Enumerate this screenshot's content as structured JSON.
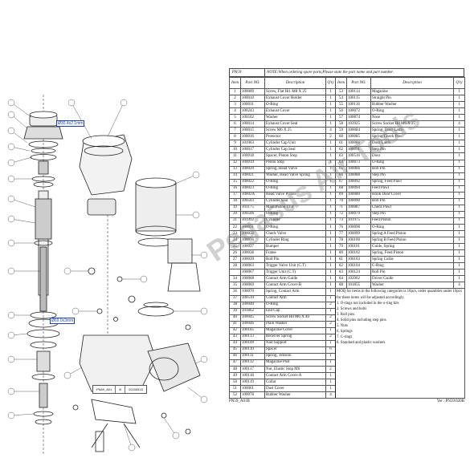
{
  "header": {
    "model": "PN59",
    "note": "NOTE:When ordering spare parts,Please state the part name and part number."
  },
  "columns": [
    "Item",
    "Part NO.",
    "Description",
    "Q'ty",
    "Item",
    "Part NO.",
    "Description",
    "Q'ty"
  ],
  "parts_left": [
    [
      "1",
      "100009",
      "Screw, Flat Hd. M8 X 25",
      "1"
    ],
    [
      "2",
      "100010",
      "Exhaust Cover Holder",
      "1"
    ],
    [
      "3",
      "100011",
      "O-Ring",
      "1"
    ],
    [
      "4",
      "100243",
      "Exhaust Cover",
      "1"
    ],
    [
      "5",
      "100502",
      "Washer",
      "1"
    ],
    [
      "6",
      "100014",
      "Exhaust Cover Seal",
      "1"
    ],
    [
      "7",
      "100015",
      "Screw M6 X 25",
      "4"
    ],
    [
      "8",
      "100016",
      "Protector",
      "2"
    ],
    [
      "9",
      "101963",
      "Cylinder Cap Unit",
      "1"
    ],
    [
      "10",
      "100017",
      "Cylinder Cap Seal",
      "1"
    ],
    [
      "11",
      "100018",
      "Spacer, Piston Stop",
      "1"
    ],
    [
      "12",
      "100019",
      "Piston Stop",
      "1"
    ],
    [
      "13",
      "100020",
      "Spring, Head Valve",
      "1"
    ],
    [
      "14",
      "100021",
      "Washer, Head Valve Spring",
      "1"
    ],
    [
      "15",
      "100022",
      "O-Ring",
      "1"
    ],
    [
      "16",
      "100023",
      "O-Ring",
      "1"
    ],
    [
      "17",
      "10002A",
      "Head Valve Piston",
      "1"
    ],
    [
      "18",
      "100503",
      "Cylinder Seal",
      "1"
    ],
    [
      "19",
      "101175",
      "Main Piston Unit",
      "1"
    ],
    [
      "20",
      "100506",
      "O-Ring",
      "1"
    ],
    [
      "21",
      "101992",
      "Cylinder",
      "1"
    ],
    [
      "22",
      "100031",
      "O-Ring",
      "1"
    ],
    [
      "23",
      "100032",
      "Check Valve",
      "1"
    ],
    [
      "24",
      "100036",
      "Cylinder Ring",
      "1"
    ],
    [
      "25",
      "100037",
      "Bumper",
      "1"
    ],
    [
      "26",
      "100038",
      "Frame",
      "1"
    ],
    [
      "27",
      "100039",
      "Roll Pin",
      "1"
    ],
    [
      "28",
      "100063",
      "Trigger Valve Unit (C.T)",
      "1"
    ],
    [
      "",
      "100067",
      "Trigger Unit (C.T)",
      "1"
    ],
    [
      "34",
      "100068",
      "Contact Arm Guide",
      "1"
    ],
    [
      "35",
      "100069",
      "Contact Arm Cover-B",
      "1"
    ],
    [
      "36",
      "100070",
      "Spring, Contact Arm",
      "1"
    ],
    [
      "37",
      "100510",
      "Contact Arm",
      "1"
    ],
    [
      "38",
      "100040",
      "O-Ring",
      "2"
    ],
    [
      "39",
      "101862",
      "End Cap",
      "1"
    ],
    [
      "40",
      "100045",
      "Screw Socket Hd M6 X 40",
      "2"
    ],
    [
      "41",
      "100046",
      "Plain Washer",
      "2"
    ],
    [
      "42",
      "100105",
      "Magazine Cover",
      "1"
    ],
    [
      "43",
      "100113",
      "Receiver Spring",
      "2"
    ],
    [
      "44",
      "100109",
      "Nail Support",
      "1"
    ],
    [
      "45",
      "100110",
      "Spacer",
      "6"
    ],
    [
      "46",
      "100111",
      "Spring, Tension",
      "1"
    ],
    [
      "47",
      "100112",
      "Magazine Post",
      "1"
    ],
    [
      "48",
      "100117",
      "Nut, Elastic Stop M6",
      "2"
    ],
    [
      "49",
      "100118",
      "Contact Arm Cover-A",
      "1"
    ],
    [
      "50",
      "100119",
      "Collar",
      "1"
    ],
    [
      "51",
      "100061",
      "Dust Cover",
      "1"
    ],
    [
      "52",
      "100078",
      "Rubber Washer",
      "4"
    ]
  ],
  "parts_right": [
    [
      "53",
      "100114",
      "Magazine",
      "1"
    ],
    [
      "54",
      "100115",
      "Straight Pin",
      "1"
    ],
    [
      "55",
      "100116",
      "Rubber Washer",
      "1"
    ],
    [
      "56",
      "100072",
      "O-Ring",
      "1"
    ],
    [
      "57",
      "100874",
      "Nose",
      "1"
    ],
    [
      "58",
      "103925",
      "Screw Socket Hd M6 X 25",
      "4"
    ],
    [
      "59",
      "100084",
      "Spring, Door Latch",
      "1"
    ],
    [
      "60",
      "100085",
      "Spring/Check Pawl",
      "1"
    ],
    [
      "61",
      "100086",
      "Door Latch",
      "1"
    ],
    [
      "62",
      "100091",
      "Step Pin",
      "1"
    ],
    [
      "63",
      "100516",
      "Door",
      "1"
    ],
    [
      "64",
      "100073",
      "O-Ring",
      "1"
    ],
    [
      "65",
      "100066",
      "Roll Pin",
      "1"
    ],
    [
      "66",
      "100088",
      "Step Pin",
      "1"
    ],
    [
      "67",
      "100092",
      "Spring, Feed Pawl",
      "1"
    ],
    [
      "68",
      "100094",
      "Feed Pawl",
      "1"
    ],
    [
      "69",
      "100080",
      "Hook Door Cover",
      "1"
    ],
    [
      "70",
      "100090",
      "Roll Pin",
      "1"
    ],
    [
      "71",
      "100087",
      "Check Pawl",
      "1"
    ],
    [
      "72",
      "100079",
      "Step Pin",
      "1"
    ],
    [
      "73",
      "101975",
      "Feed Piston",
      "1"
    ],
    [
      "76",
      "100098",
      "O-Ring",
      "1"
    ],
    [
      "77",
      "100099",
      "Spring A Feed Piston",
      "1"
    ],
    [
      "78",
      "100100",
      "Spring B Feed Piston",
      "1"
    ],
    [
      "79",
      "100101",
      "Guide, Spring",
      "1"
    ],
    [
      "80",
      "100102",
      "Spring, Feed Piston",
      "1"
    ],
    [
      "81",
      "100103",
      "Spring Collar",
      "1"
    ],
    [
      "82",
      "100104",
      "C-Ring",
      "1"
    ],
    [
      "83",
      "100124",
      "Roll Pin",
      "1"
    ],
    [
      "84",
      "102062",
      "Driver Guide",
      "1"
    ],
    [
      "88",
      "101855",
      "Washer",
      "4"
    ]
  ],
  "moq_note": "MOQ for items in the following categories is 10pcs, order quantities under 10pcs for these items will be adjusted accordingly.",
  "moq_items": [
    "1. O-rings not included in the o-ring kits",
    "2. Screws and bolts",
    "3. Roll pins",
    "4. Solid pins including step pins",
    "5. Nuts",
    "6. Springs",
    "7. C-rings",
    "8. Standard and plastic washers"
  ],
  "footer": {
    "left": "PN59_A01B",
    "right": "Ver : PN59.020B"
  },
  "diagram_footer": [
    "PN59_A01",
    "B",
    "20200515"
  ],
  "diagram_labels": [
    "Ø30.4x2.1mm",
    "Ø69.0x3mm"
  ],
  "watermark": "Pegasus Air Tools"
}
